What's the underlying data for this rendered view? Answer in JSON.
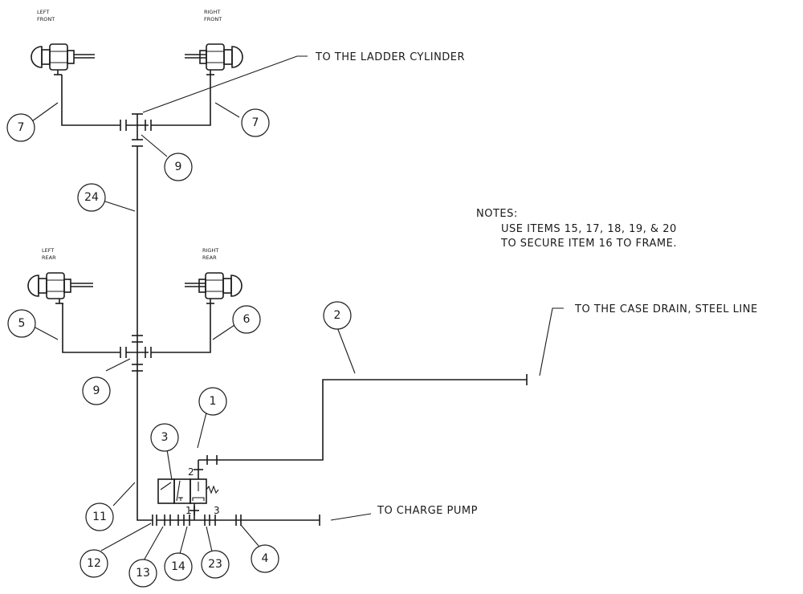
{
  "notes": {
    "heading": "NOTES:",
    "line1": "USE ITEMS 15, 17, 18, 19, & 20",
    "line2": "TO SECURE ITEM 16 TO FRAME."
  },
  "callouts": {
    "ladder_cylinder": "TO THE LADDER CYLINDER",
    "case_drain": "TO THE CASE DRAIN, STEEL LINE",
    "charge_pump": "TO CHARGE PUMP"
  },
  "cylinders": {
    "left_front": [
      "LEFT",
      "FRONT"
    ],
    "right_front": [
      "RIGHT",
      "FRONT"
    ],
    "left_rear": [
      "LEFT",
      "REAR"
    ],
    "right_rear": [
      "RIGHT",
      "REAR"
    ]
  },
  "items": {
    "b1": "1",
    "b2": "2",
    "b3": "3",
    "b4": "4",
    "b5": "5",
    "b6": "6",
    "b7a": "7",
    "b7b": "7",
    "b9a": "9",
    "b9b": "9",
    "b11": "11",
    "b12": "12",
    "b13": "13",
    "b14": "14",
    "b23": "23",
    "b24": "24"
  },
  "valve_ports": {
    "p1": "1",
    "p2": "2",
    "p3": "3"
  }
}
